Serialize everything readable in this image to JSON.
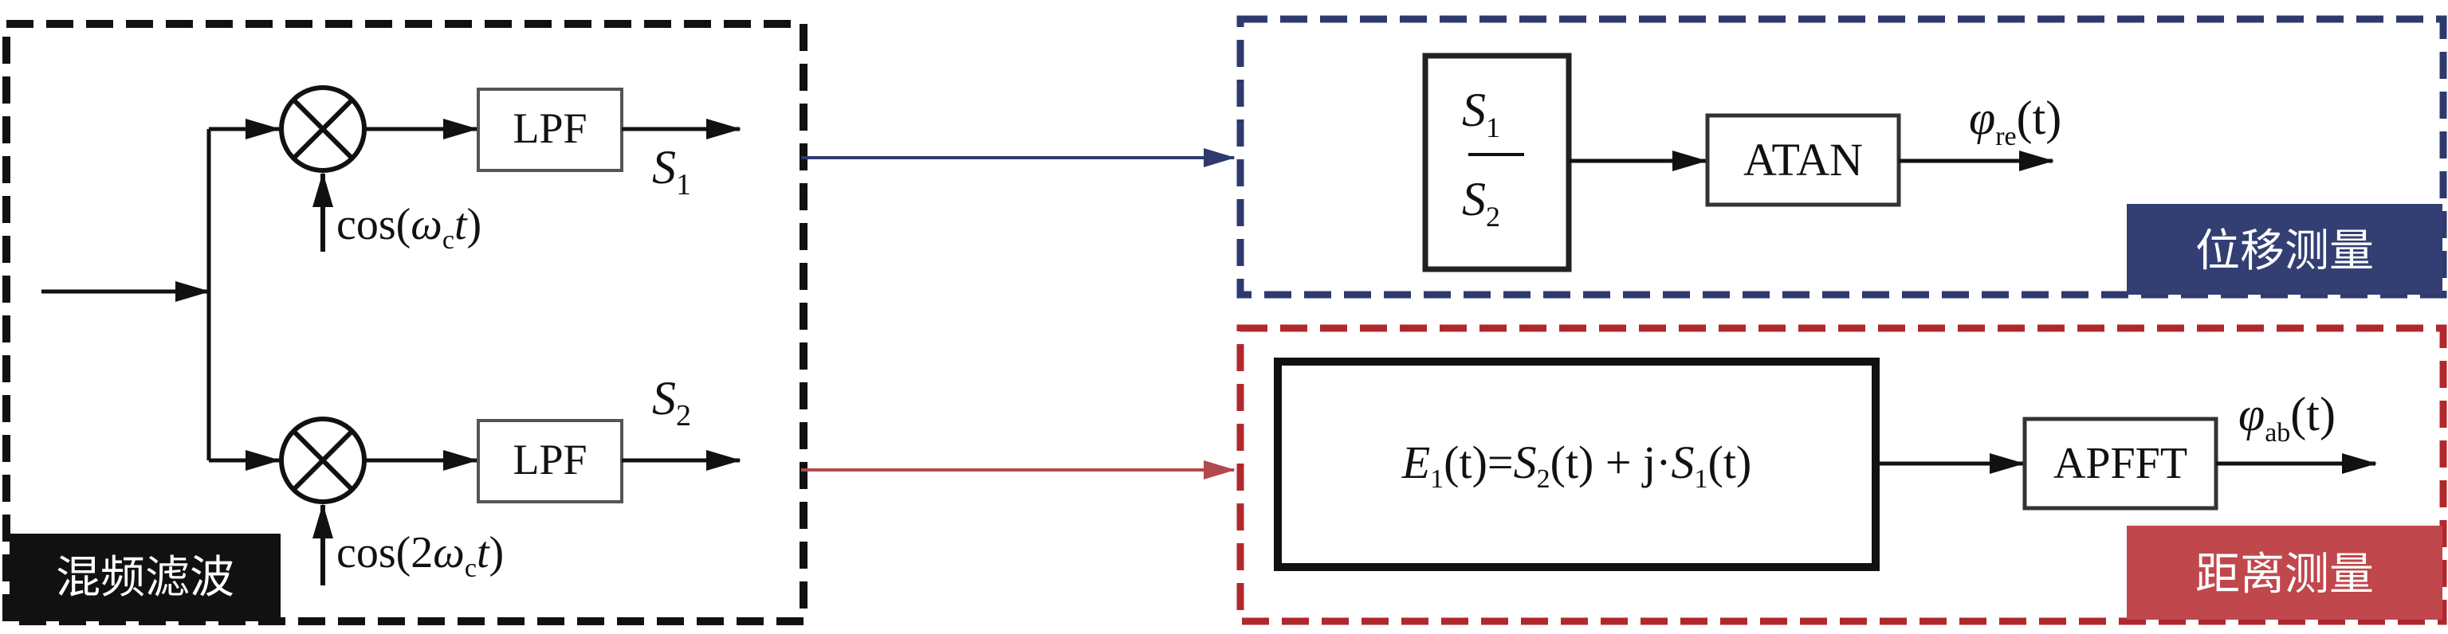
{
  "colors": {
    "mixer_border": "#111111",
    "displacement_border": "#2E3A6E",
    "distance_border": "#B0282C",
    "displacement_label_bg": "#333F73",
    "distance_label_bg": "#C0474C",
    "mixer_label_bg": "#111111",
    "arrow_to_displacement": "#2E3A6E",
    "arrow_to_distance": "#B04A4E"
  },
  "mixing": {
    "label": "混频滤波",
    "lpf_top": "LPF",
    "lpf_bottom": "LPF",
    "cos_top": {
      "prefix": "cos(",
      "omega": "ω",
      "sub": "c",
      "t": "t",
      "suffix": ")"
    },
    "cos_bottom": {
      "prefix": "cos(2",
      "omega": "ω",
      "sub": "c",
      "t": "t",
      "suffix": ")"
    },
    "s1": {
      "main": "S",
      "sub": "1"
    },
    "s2": {
      "main": "S",
      "sub": "2"
    }
  },
  "displacement": {
    "label": "位移测量",
    "fraction_num": {
      "main": "S",
      "sub": "1"
    },
    "fraction_den": {
      "main": "S",
      "sub": "2"
    },
    "atan": "ATAN",
    "output": {
      "phi": "φ",
      "sub": "re",
      "arg": "(t)"
    }
  },
  "distance": {
    "label": "距离测量",
    "formula": {
      "e": "E",
      "e_sub": "1",
      "e_arg": "(t)=",
      "s2": "S",
      "s2_sub": "2",
      "s2_arg": "(t) + j·",
      "s1": "S",
      "s1_sub": "1",
      "s1_arg": "(t)"
    },
    "apfft": "APFFT",
    "output": {
      "phi": "φ",
      "sub": "ab",
      "arg": "(t)"
    }
  }
}
